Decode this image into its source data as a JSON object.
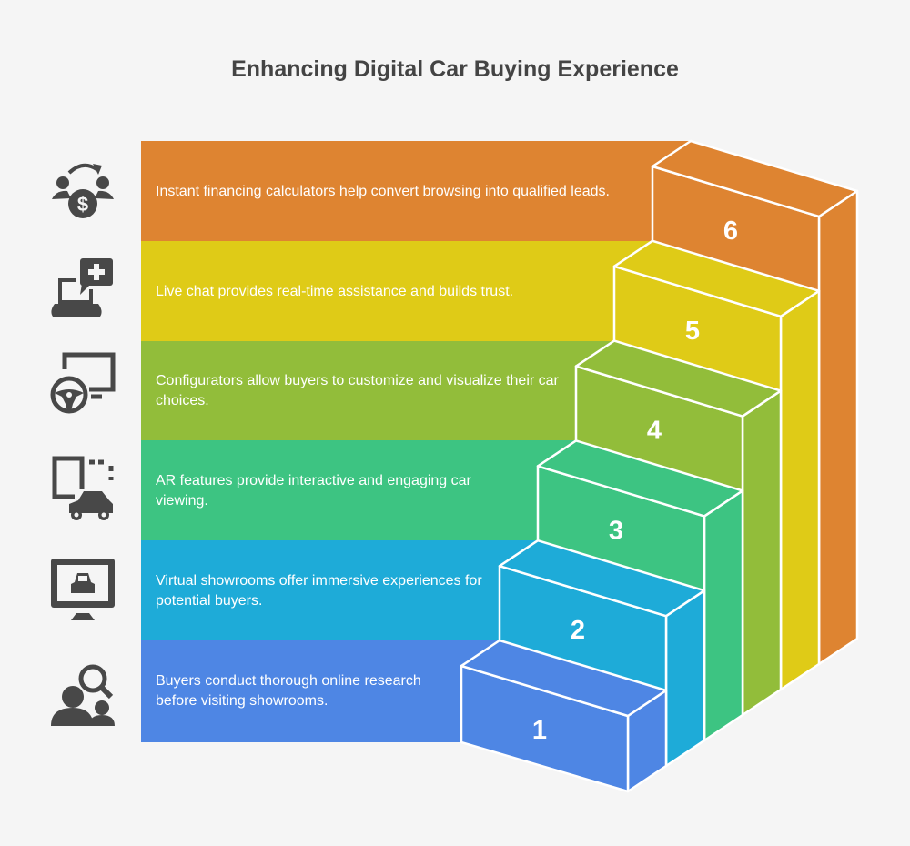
{
  "title": "Enhancing Digital Car Buying Experience",
  "steps": [
    {
      "number": "1",
      "text": "Buyers conduct thorough online research before visiting showrooms.",
      "color": "#4E86E4",
      "icon": "people-search-icon"
    },
    {
      "number": "2",
      "text": "Virtual showrooms offer immersive experiences for potential buyers.",
      "color": "#1EABD8",
      "icon": "monitor-car-icon"
    },
    {
      "number": "3",
      "text": "AR features provide interactive and engaging car viewing.",
      "color": "#3DC482",
      "icon": "tablet-car-icon"
    },
    {
      "number": "4",
      "text": "Configurators allow buyers to customize and visualize their car choices.",
      "color": "#92BD3A",
      "icon": "monitor-steering-wheel-icon"
    },
    {
      "number": "5",
      "text": "Live chat provides real-time assistance and builds trust.",
      "color": "#DFCB17",
      "icon": "laptop-chat-icon"
    },
    {
      "number": "6",
      "text": "Instant financing calculators help convert browsing into qualified leads.",
      "color": "#DE8431",
      "icon": "financing-exchange-icon"
    }
  ],
  "icon_color": "#484848"
}
